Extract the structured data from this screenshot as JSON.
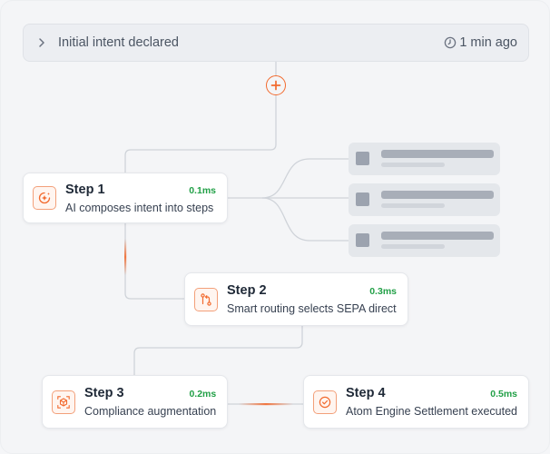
{
  "header": {
    "title": "Initial intent declared",
    "time": "1 min ago",
    "chevron_icon": "chevron-right-icon",
    "clock_icon": "clock-icon"
  },
  "add_button": {
    "icon": "plus-circle-icon",
    "color": "#f26a2e"
  },
  "steps": [
    {
      "label": "Step 1",
      "timing": "0.1ms",
      "description": "AI composes intent into steps",
      "icon": "ai-spark-icon"
    },
    {
      "label": "Step 2",
      "timing": "0.3ms",
      "description": "Smart routing selects SEPA direct",
      "icon": "route-icon"
    },
    {
      "label": "Step 3",
      "timing": "0.2ms",
      "description": "Compliance augmentation",
      "icon": "cube-scan-icon"
    },
    {
      "label": "Step 4",
      "timing": "0.5ms",
      "description": "Atom Engine Settlement executed",
      "icon": "check-circle-icon"
    }
  ],
  "placeholders": [
    {
      "kind": "skeleton-option"
    },
    {
      "kind": "skeleton-option"
    },
    {
      "kind": "skeleton-option"
    }
  ],
  "colors": {
    "accent": "#f26a2e",
    "timing": "#22a047",
    "connector": "#cfd3d9"
  }
}
